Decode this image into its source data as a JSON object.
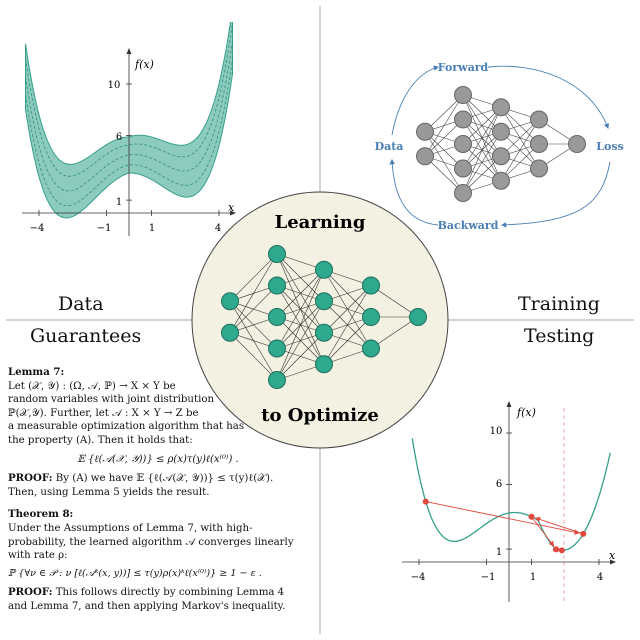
{
  "quadrants": {
    "top_left": "Data",
    "bottom_left": "Guarantees",
    "top_right": "Training",
    "bottom_right": "Testing"
  },
  "center": {
    "top_text": "Learning",
    "bottom_text": "to Optimize",
    "network_layers": [
      2,
      5,
      4,
      3,
      1
    ]
  },
  "training_cycle": {
    "forward": "Forward",
    "backward": "Backward",
    "data": "Data",
    "loss": "Loss"
  },
  "colors": {
    "teal": "#35a08a",
    "teal_fill": "#8ccbbd",
    "teal_node": "#2ea98e",
    "cream": "#f3f1e2",
    "gray_node": "#999999",
    "blue_label": "#4a7fb5",
    "red_point": "#e0473c"
  },
  "top_left_plot": {
    "ylabel": "f(x)",
    "xlabel": "x",
    "xticks": [
      "−4",
      "−1",
      "1",
      "4"
    ],
    "yticks": [
      "10",
      "6",
      "1"
    ]
  },
  "bottom_right_plot": {
    "ylabel": "f(x)",
    "xlabel": "x",
    "xticks": [
      "−4",
      "−1",
      "1",
      "4"
    ],
    "yticks": [
      "10",
      "6",
      "1"
    ],
    "iterates_x": [
      -3.7,
      3.3,
      1.0,
      2.1,
      2.35
    ]
  },
  "lemma": {
    "title": "Lemma 7:",
    "line1": "Let (𝒳, 𝒴) : (Ω, 𝒜, ℙ) → X × Y be",
    "line2": "random variables with joint distribution",
    "line3": "ℙ(𝒳,𝒴). Further, let 𝒜 : X × Y → Z be",
    "line4": "a measurable optimization algorithm that has",
    "line5": "the property (A). Then it holds that:",
    "equation": "𝔼 {ℓ(𝒜(𝒳, 𝒴))} ≤ ρ(x)τ(y)ℓ(x⁽⁰⁾) .",
    "proof_label": "PROOF:",
    "proof_line1": " By (A) we have 𝔼 {ℓ(𝒜(𝒳, 𝒴))} ≤ τ(y)ℓ(𝒳).",
    "proof_line2": "Then, using Lemma 5 yields the result."
  },
  "theorem": {
    "title": "Theorem 8:",
    "line1": "Under the Assumptions of Lemma 7, with high-",
    "line2": "probability, the learned algorithm 𝒜 converges linearly",
    "line3": "with rate ρ:",
    "equation": "ℙ {∀ν ∈ 𝒫 : ν [ℓ(𝒜ᵏ(x, y))] ≤ τ(y)ρ(x)ᵏℓ(x⁽⁰⁾)} ≥ 1 − ε .",
    "proof_label": "PROOF:",
    "proof_line1": " This follows directly by combining Lemma 4",
    "proof_line2": "and Lemma 7, and then applying Markov's inequality."
  }
}
